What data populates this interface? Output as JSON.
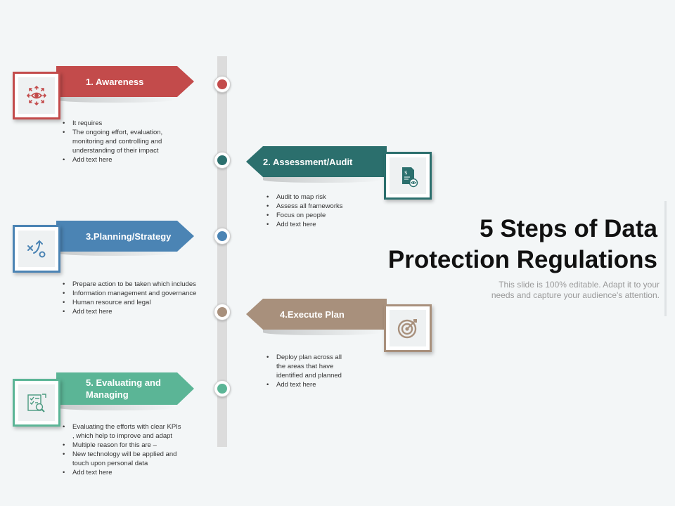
{
  "title": {
    "line1": "5 Steps of Data",
    "line2": "Protection Regulations"
  },
  "subtitle": {
    "line1": "This slide is 100% editable. Adapt it to your",
    "line2": "needs and capture your audience's attention."
  },
  "colors": {
    "awareness": "#c34b4b",
    "assessment": "#2b6f6d",
    "planning": "#4b84b4",
    "execute": "#a8907c",
    "evaluating": "#5bb596",
    "timeline": "#dcdcdc"
  },
  "steps": [
    {
      "label": "1. Awareness",
      "icon": "eye-arrows-icon",
      "bullets": [
        "It requires",
        "The ongoing effort, evaluation,",
        "monitoring and controlling and",
        "understanding of their impact",
        "Add text here"
      ]
    },
    {
      "label": "2. Assessment/Audit",
      "icon": "document-eye-icon",
      "bullets": [
        "Audit to map risk",
        "Assess all frameworks",
        "Focus on people",
        "Add text here"
      ]
    },
    {
      "label": "3.Planning/Strategy",
      "icon": "strategy-icon",
      "bullets": [
        "Prepare action to be taken which includes",
        "Information management and governance",
        "Human resource and legal",
        "Add text here"
      ]
    },
    {
      "label": "4.Execute Plan",
      "icon": "target-icon",
      "bullets": [
        "Deploy plan across all",
        "the areas that have",
        "identified and planned",
        "Add text here"
      ]
    },
    {
      "label_line1": "5. Evaluating and",
      "label_line2": "Managing",
      "icon": "checklist-search-icon",
      "bullets": [
        "Evaluating the efforts with clear KPIs",
        ", which help to improve and adapt",
        "Multiple reason for this are –",
        "New technology will be applied and",
        "touch upon personal data",
        "Add text here"
      ]
    }
  ]
}
